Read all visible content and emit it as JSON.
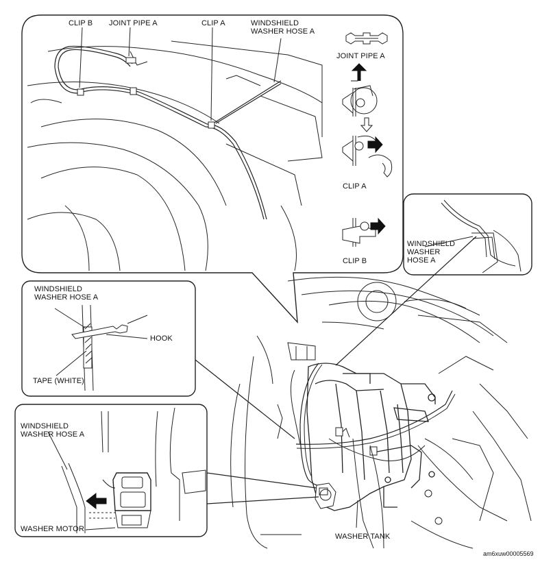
{
  "figure_code": "am6xuw00005569",
  "top_panel": {
    "clip_b": "CLIP B",
    "joint_pipe_a": "JOINT PIPE A",
    "clip_a": "CLIP A",
    "windshield_washer_hose_a": "WINDSHIELD\nWASHER HOSE A",
    "joint_pipe_a_detail": "JOINT PIPE A",
    "clip_a_detail": "CLIP A",
    "clip_b_detail": "CLIP B"
  },
  "right_panel": {
    "hose_label": "WINDSHIELD\nWASHER\nHOSE A"
  },
  "hook_panel": {
    "hose_label": "WINDSHIELD\nWASHER HOSE A",
    "hook": "HOOK",
    "tape": "TAPE (WHITE)"
  },
  "motor_panel": {
    "hose_label": "WINDSHIELD\nWASHER HOSE A",
    "washer_motor": "WASHER MOTOR"
  },
  "main": {
    "washer_tank": "WASHER TANK"
  }
}
